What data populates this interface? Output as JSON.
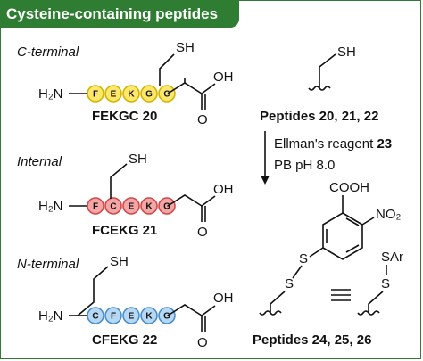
{
  "title": "Cysteine-containing peptides",
  "colors": {
    "header": "#2e7d32",
    "yellow_fill": "#fde86b",
    "yellow_stroke": "#d4b400",
    "red_fill": "#f4a6a6",
    "red_stroke": "#d04848",
    "blue_fill": "#b7d8f4",
    "blue_stroke": "#4a8fcc"
  },
  "sections": [
    {
      "heading": "C-terminal",
      "amine": "H₂N",
      "residues": [
        "F",
        "E",
        "K",
        "G",
        "C"
      ],
      "thiol": "SH",
      "acid_oh": "OH",
      "acid_o": "O",
      "name": "FEKGC",
      "number": "20"
    },
    {
      "heading": "Internal",
      "amine": "H₂N",
      "residues": [
        "F",
        "C",
        "E",
        "K",
        "G"
      ],
      "thiol": "SH",
      "acid_oh": "OH",
      "acid_o": "O",
      "name": "FCEKG",
      "number": "21"
    },
    {
      "heading": "N-terminal",
      "amine": "H₂N",
      "residues": [
        "C",
        "F",
        "E",
        "K",
        "G"
      ],
      "thiol": "SH",
      "acid_oh": "OH",
      "acid_o": "O",
      "name": "CFEKG",
      "number": "22"
    }
  ],
  "reaction": {
    "start_thiol": "SH",
    "start_label": "Peptides 20, 21, 22",
    "reagent_text": "Ellman's reagent",
    "reagent_number": "23",
    "conditions": "PB pH 8.0",
    "product_cooh": "COOH",
    "product_no2": "NO₂",
    "product_s1": "S",
    "product_s2": "S",
    "product_sar": "SAr",
    "product_s3": "S",
    "product_label": "Peptides 24, 25, 26"
  }
}
